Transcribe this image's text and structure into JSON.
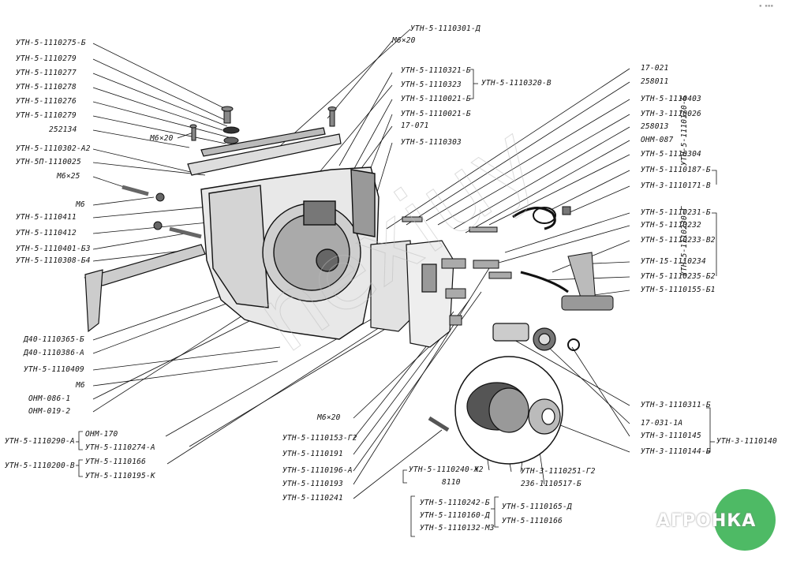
{
  "labels_left": [
    {
      "id": "l1",
      "text": "УТН-5-1110275-Б"
    },
    {
      "id": "l2",
      "text": "УТН-5-1110279"
    },
    {
      "id": "l3",
      "text": "УТН-5-1110277"
    },
    {
      "id": "l4",
      "text": "УТН-5-1110278"
    },
    {
      "id": "l5",
      "text": "УТН-5-1110276"
    },
    {
      "id": "l6",
      "text": "УТН-5-1110279"
    },
    {
      "id": "l7",
      "text": "252134"
    },
    {
      "id": "l8",
      "text": "М6×20"
    },
    {
      "id": "l9",
      "text": "УТН-5-1110302-А2"
    },
    {
      "id": "l10",
      "text": "УТН-5П-1110025"
    },
    {
      "id": "l11",
      "text": "М6×25"
    },
    {
      "id": "l12",
      "text": "М6"
    },
    {
      "id": "l13",
      "text": "УТН-5-1110411"
    },
    {
      "id": "l14",
      "text": "УТН-5-1110412"
    },
    {
      "id": "l15",
      "text": "УТН-5-1110401-Б3"
    },
    {
      "id": "l16",
      "text": "УТН-5-1110308-Б4"
    },
    {
      "id": "l17",
      "text": "Д40-1110365-Б"
    },
    {
      "id": "l18",
      "text": "Д40-1110386-А"
    },
    {
      "id": "l19",
      "text": "УТН-5-1110409"
    },
    {
      "id": "l20",
      "text": "М6"
    },
    {
      "id": "l21",
      "text": "ОНМ-086-1"
    },
    {
      "id": "l22",
      "text": "ОНМ-019-2"
    },
    {
      "id": "l23",
      "text": "УТН-5-1110290-А"
    },
    {
      "id": "l24",
      "text": "ОНМ-170"
    },
    {
      "id": "l25",
      "text": "УТН-5-1110274-А"
    },
    {
      "id": "l26",
      "text": "УТН-5-1110200-В"
    },
    {
      "id": "l27",
      "text": "УТН-5-1110166"
    },
    {
      "id": "l28",
      "text": "УТН-5-1110195-К"
    }
  ],
  "labels_top": [
    {
      "id": "t1",
      "text": "УТН-5-1110301-Д"
    },
    {
      "id": "t2",
      "text": "М6×20"
    },
    {
      "id": "t3",
      "text": "УТН-5-1110321-Б"
    },
    {
      "id": "t4",
      "text": "УТН-5-1110323"
    },
    {
      "id": "t5",
      "text": "УТН-5-1110021-Б"
    },
    {
      "id": "t6",
      "text": "УТН-5-1110021-Б"
    },
    {
      "id": "t7",
      "text": "17-071"
    },
    {
      "id": "t8",
      "text": "УТН-5-1110303"
    },
    {
      "id": "t9",
      "text": "УТН-5-1110320-В"
    }
  ],
  "labels_right": [
    {
      "id": "r1",
      "text": "17-021"
    },
    {
      "id": "r2",
      "text": "258011"
    },
    {
      "id": "r3",
      "text": "УТН-5-1110403"
    },
    {
      "id": "r4",
      "text": "УТН-3-1110026"
    },
    {
      "id": "r5",
      "text": "258013"
    },
    {
      "id": "r6",
      "text": "ОНМ-087"
    },
    {
      "id": "r7",
      "text": "УТН-5-1110304"
    },
    {
      "id": "r8",
      "text": "УТН-5-1110187-Б"
    },
    {
      "id": "r9",
      "text": "УТН-3-1110171-В"
    },
    {
      "id": "r10",
      "text": "УТН-5-1110231-Б"
    },
    {
      "id": "r11",
      "text": "УТН-5-1110232"
    },
    {
      "id": "r12",
      "text": "УТН-5-1110233-В2"
    },
    {
      "id": "r13",
      "text": "УТН-15-1110234"
    },
    {
      "id": "r14",
      "text": "УТН-5-1110235-Б2"
    },
    {
      "id": "r15",
      "text": "УТН-5-1110155-Б1"
    },
    {
      "id": "r16",
      "text": "УТН-3-1110311-Б"
    },
    {
      "id": "r17",
      "text": "17-031-1А"
    },
    {
      "id": "r18",
      "text": "УТН-3-1110145"
    },
    {
      "id": "r19",
      "text": "УТН-3-1110144-Б"
    },
    {
      "id": "r20",
      "text": "УТН-3-1110140"
    },
    {
      "id": "rv1",
      "text": "УТН-5-1110170-Б"
    },
    {
      "id": "rv2",
      "text": "УТН-5-1110230-Г"
    }
  ],
  "labels_bottom": [
    {
      "id": "b1",
      "text": "М6×20"
    },
    {
      "id": "b2",
      "text": "УТН-5-1110153-Г2"
    },
    {
      "id": "b3",
      "text": "УТН-5-1110191"
    },
    {
      "id": "b4",
      "text": "УТН-5-1110196-А"
    },
    {
      "id": "b5",
      "text": "УТН-5-1110193"
    },
    {
      "id": "b6",
      "text": "УТН-5-1110241"
    },
    {
      "id": "b7",
      "text": "УТН-5-1110240-Ж2"
    },
    {
      "id": "b8",
      "text": "8110"
    },
    {
      "id": "b9",
      "text": "УТН-3-1110251-Г2"
    },
    {
      "id": "b10",
      "text": "236-1110517-Б"
    },
    {
      "id": "b11",
      "text": "УТН-5-1110242-Б"
    },
    {
      "id": "b12",
      "text": "УТН-5-1110160-Д"
    },
    {
      "id": "b13",
      "text": "УТН-5-1110132-М3"
    },
    {
      "id": "b14",
      "text": "УТН-5-1110165-Д"
    },
    {
      "id": "b15",
      "text": "УТН-5-1110166"
    }
  ],
  "logo": {
    "text": "АГРОНКА",
    "color": "#2fae4a"
  },
  "watermark": {
    "text": "nexiuy"
  }
}
